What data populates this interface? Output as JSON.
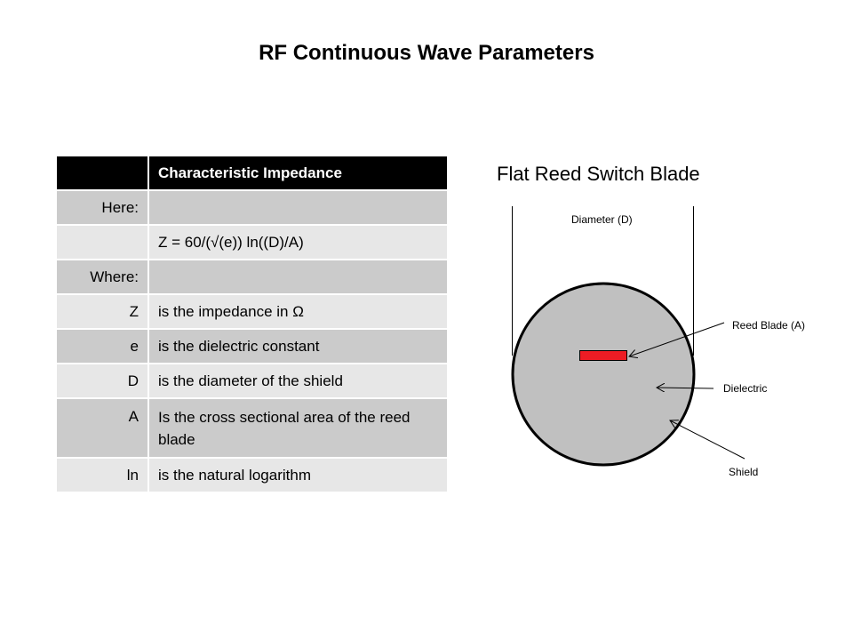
{
  "slide": {
    "title": "RF Continuous Wave Parameters"
  },
  "table": {
    "header": {
      "symbol": "",
      "label": "Characteristic Impedance"
    },
    "rows": [
      {
        "symbol": "Here:",
        "text": ""
      },
      {
        "symbol": "",
        "text": "Z = 60/(√(e)) ln((D)/A)"
      },
      {
        "symbol": "Where:",
        "text": ""
      },
      {
        "symbol": "Z",
        "text": "is the impedance  in Ω"
      },
      {
        "symbol": "e",
        "text": "is the dielectric constant"
      },
      {
        "symbol": "D",
        "text": "is the diameter of the shield"
      },
      {
        "symbol": "A",
        "text": "Is the cross sectional area of the reed blade"
      },
      {
        "symbol": "ln",
        "text": "is the natural logarithm"
      }
    ]
  },
  "diagram": {
    "title": "Flat Reed Switch Blade",
    "labels": {
      "diameter": "Diameter (D)",
      "reed_blade": "Reed Blade (A)",
      "dielectric": "Dielectric",
      "shield": "Shield"
    },
    "colors": {
      "dielectric_fill": "#c0c0c0",
      "reed_blade_fill": "#ed1c24",
      "shield_stroke": "#000000"
    }
  }
}
